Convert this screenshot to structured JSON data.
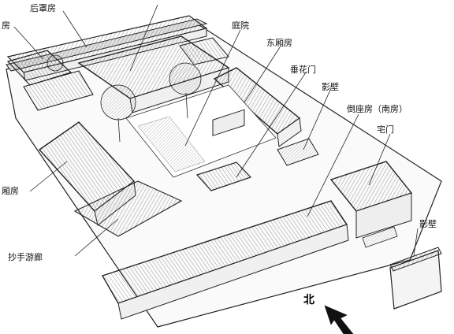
{
  "labels": {
    "back_row": "后罩房",
    "partial_top_left": "房",
    "courtyard": "庭院",
    "east_wing": "东厢房",
    "hanging_flower_gate": "垂花门",
    "screen_wall_inner": "影壁",
    "south_house": "倒座房（南房）",
    "gate": "宅门",
    "partial_left_wing": "厢房",
    "corridor": "抄手游廊",
    "screen_wall_outer": "影壁",
    "north": "北"
  },
  "icons": {
    "north_arrow": "north-arrow-icon"
  },
  "colors": {
    "ink": "#1a1a1a",
    "roof": "#d9d9d9",
    "roof_alt": "#cfcfcf",
    "wall": "#f4f4f4",
    "ground": "#ffffff"
  }
}
